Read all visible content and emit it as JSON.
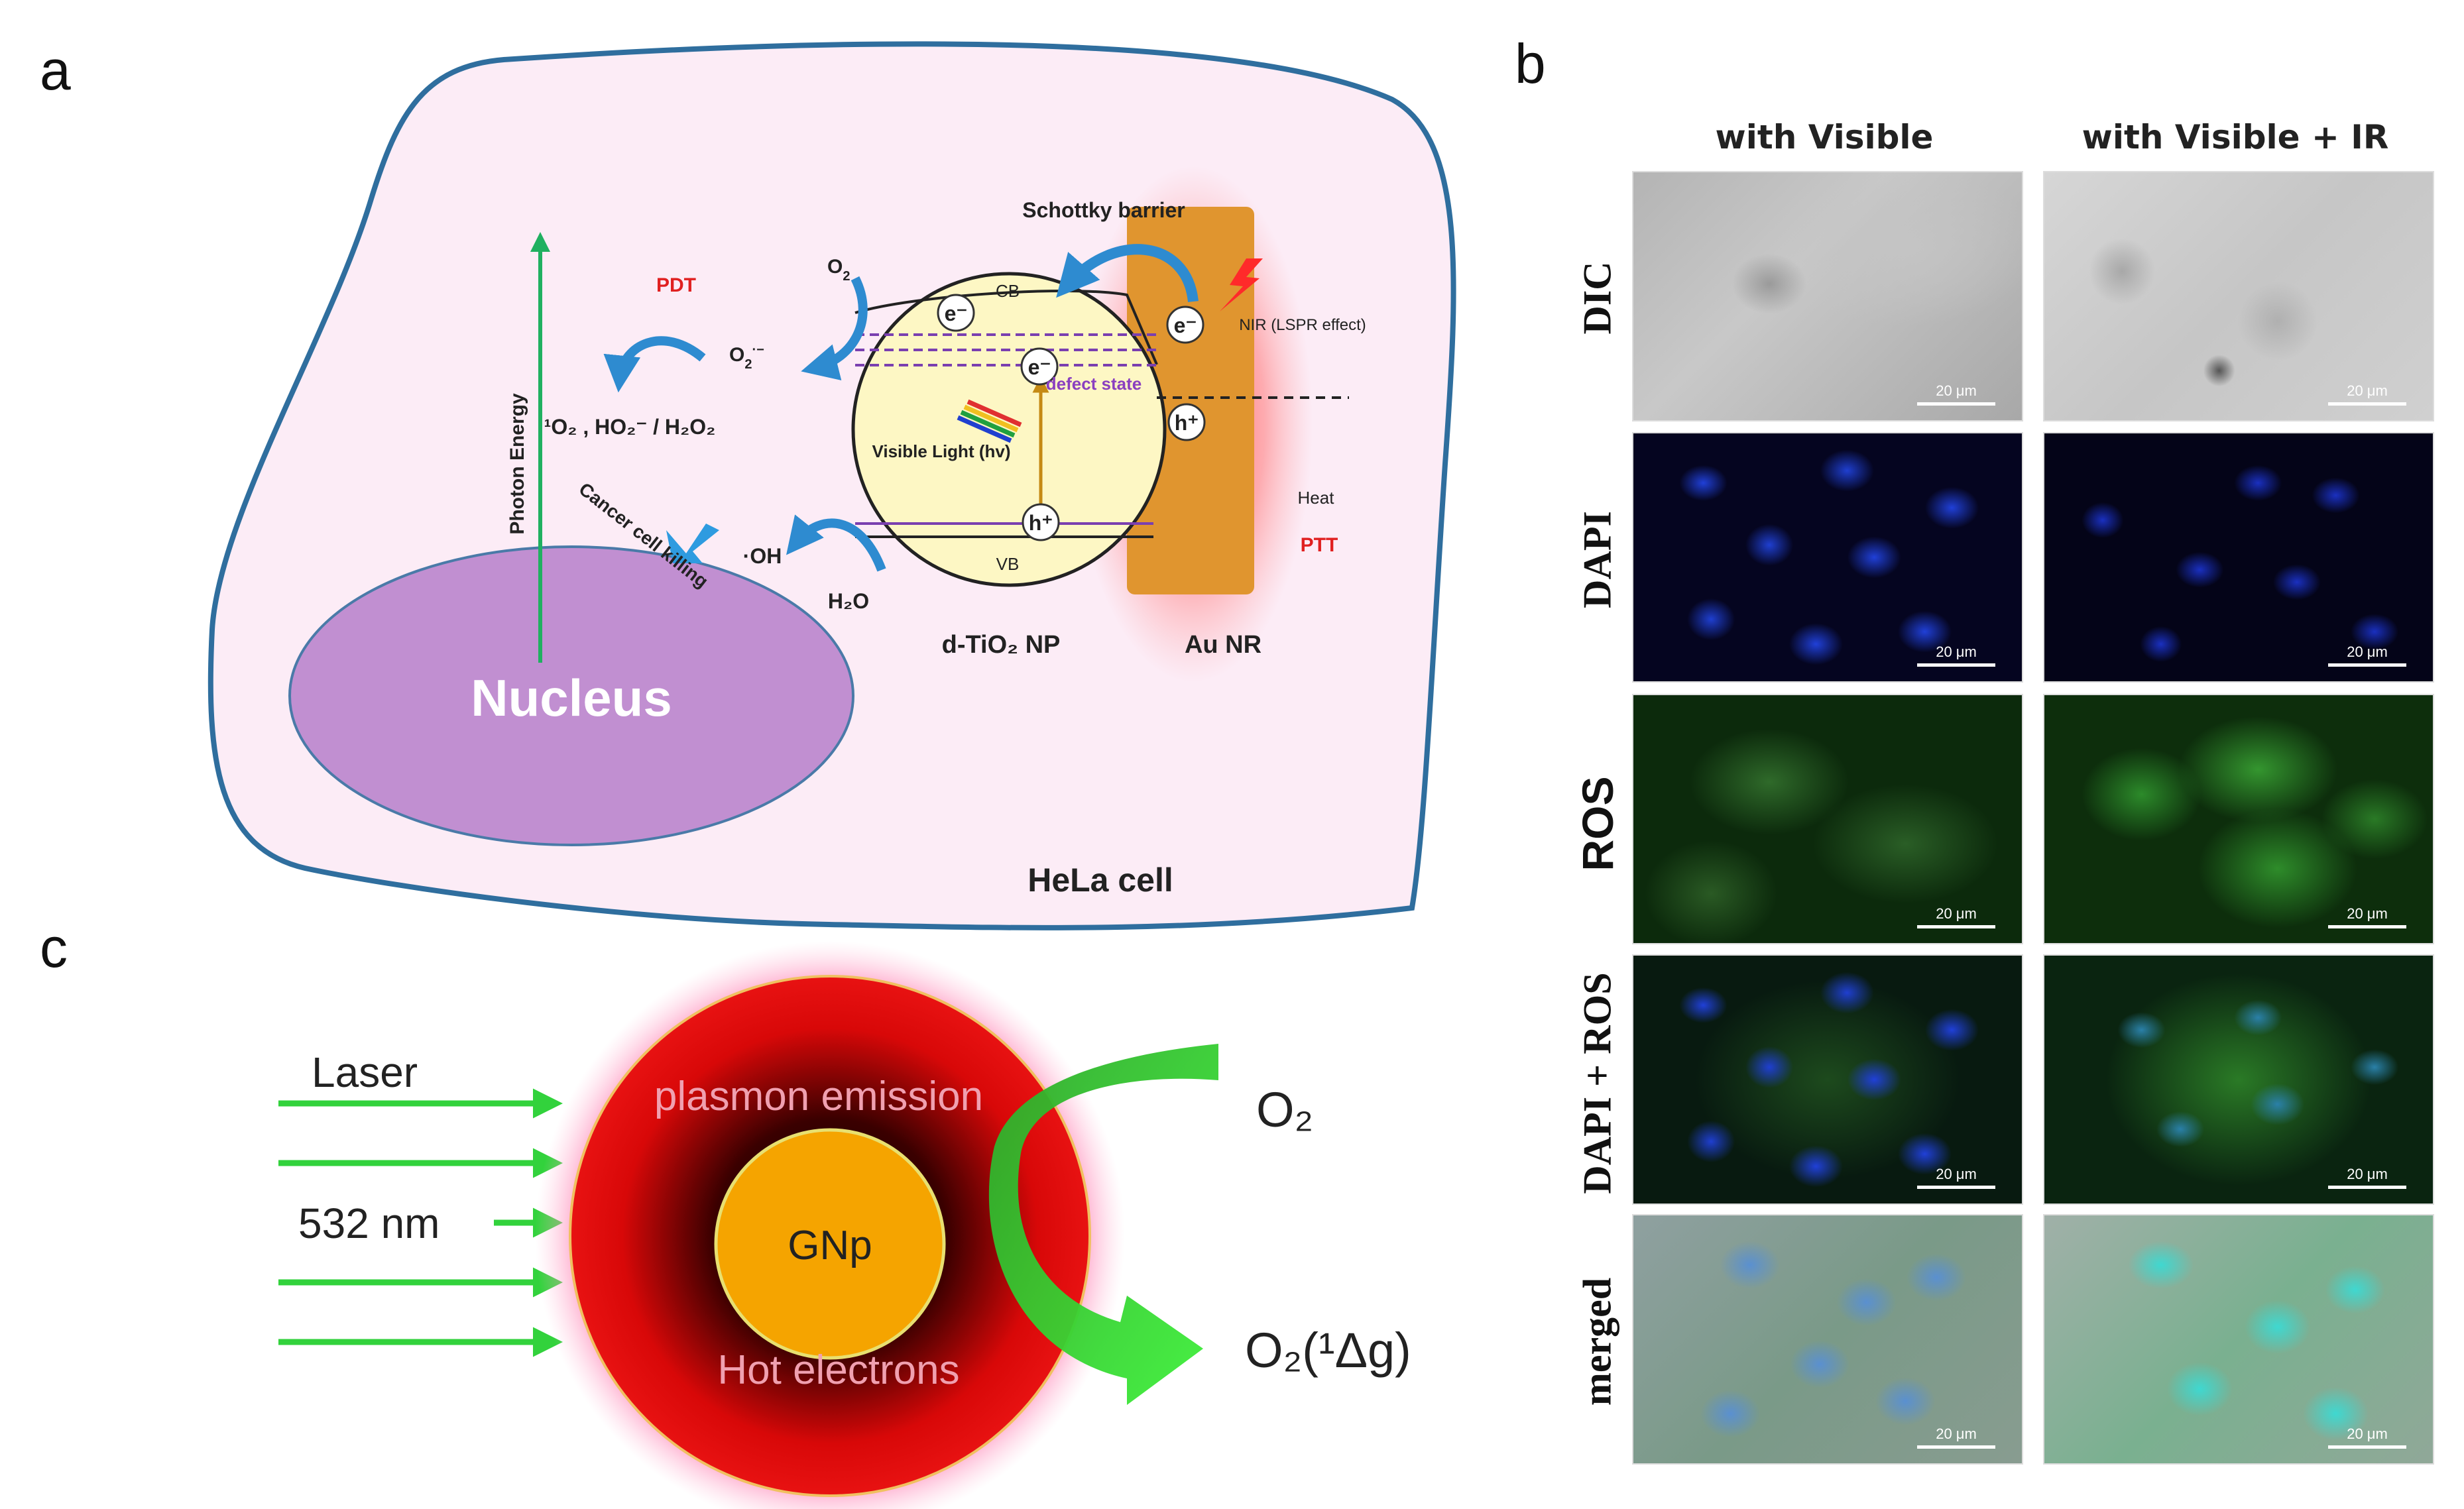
{
  "panel_a": {
    "letter": "a",
    "cell_label": "HeLa cell",
    "nucleus_label": "Nucleus",
    "photon_energy": "Photon Energy",
    "pdt": "PDT",
    "ptt": "PTT",
    "heat": "Heat",
    "o2": "O",
    "o2_sub": "2",
    "superoxide": "O",
    "superoxide_sub": "2",
    "superoxide_sup": "·−",
    "ros_products": "¹O₂ , HO₂⁻ / H₂O₂",
    "oh": "·OH",
    "h2o": "H₂O",
    "cancer_killing": "Cancer cell killing",
    "schottky": "Schottky barrier",
    "cb": "CB",
    "vb": "VB",
    "electron": "e⁻",
    "hole": "h⁺",
    "defect_state": "defect state",
    "visible_light": "Visible Light (hv)",
    "nir": "NIR (LSPR effect)",
    "tio2_label": "d-TiO₂ NP",
    "au_label": "Au NR"
  },
  "panel_b": {
    "letter": "b",
    "col_headers": [
      "with Visible",
      "with Visible + IR"
    ],
    "row_labels": [
      "DIC",
      "DAPI",
      "ROS",
      "DAPI + ROS",
      "merged"
    ],
    "scale_bar": "20 μm"
  },
  "panel_c": {
    "letter": "c",
    "laser": "Laser",
    "wavelength": "532 nm",
    "plasmon": "plasmon emission",
    "gnp": "GNp",
    "hot_electrons": "Hot electrons",
    "o2": "O₂",
    "singlet_o2": "O₂(¹Δg)"
  },
  "colors": {
    "cell_fill": "#fcecf6",
    "cell_border": "#2f6e9e",
    "nucleus": "#c18fd1",
    "tio2": "#fdf7c4",
    "au": "#e0952f",
    "red_label": "#e02020",
    "green_arrow": "#32d23c"
  }
}
